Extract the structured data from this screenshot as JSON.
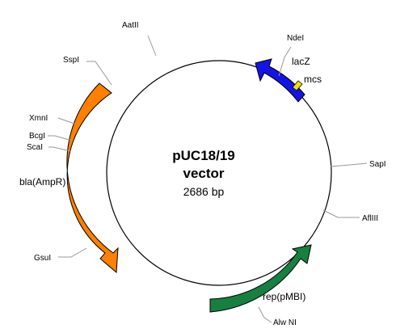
{
  "plasmid": {
    "name_line1": "pUC18/19",
    "name_line2": "vector",
    "size": "2686 bp"
  },
  "sites": {
    "aatii": "AatII",
    "sspi": "SspI",
    "xmni": "XmnI",
    "bcgi": "BcgI",
    "scai": "ScaI",
    "gsui": "GsuI",
    "ndei": "NdeI",
    "sapi": "SapI",
    "afliii": "AflIII",
    "alwni": "Alw NI"
  },
  "features": {
    "lacz": {
      "label": "lacZ",
      "color": "#1414e6"
    },
    "mcs": {
      "label": "mcs",
      "color": "#f0e000"
    },
    "bla": {
      "label": "bla(AmpR)",
      "color": "#ff8000"
    },
    "rep": {
      "label": "rep(pMBI)",
      "color": "#168040"
    }
  },
  "backbone_color": "#000000",
  "leader_color": "#999999"
}
